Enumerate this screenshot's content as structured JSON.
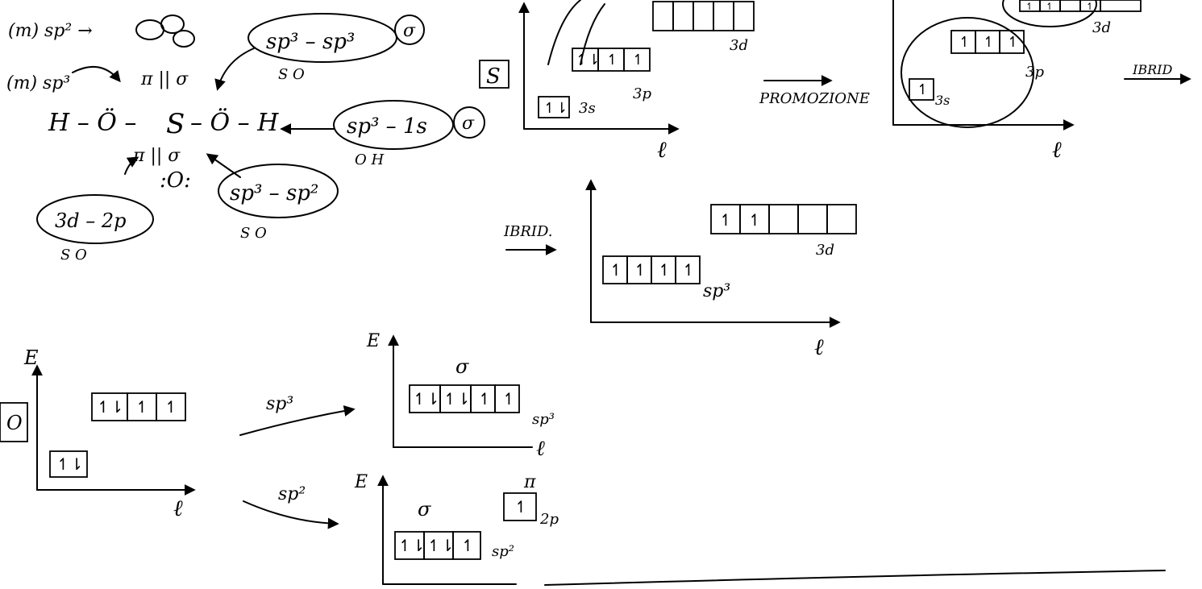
{
  "molecule": {
    "top_left_line1": "(m) sp² →",
    "top_left_line2": "(m) sp³",
    "pi_sigma_upper": "π || σ",
    "formula_left": "H – Ö –",
    "formula_S": "S",
    "formula_right": "– Ö – H",
    "pi_sigma_lower": "π || σ",
    "bottom_O": ":O:"
  },
  "bond_labels": {
    "b1_text": "sp³ – sp³",
    "b1_atoms": "S      O",
    "b1_tag": "σ",
    "b2_text": "sp³ – 1s",
    "b2_atoms": "O      H",
    "b2_tag": "σ",
    "b3_text": "sp³ – sp²",
    "b3_atoms": "S      O",
    "b4_text": "3d – 2p",
    "b4_atoms": "S      O"
  },
  "sulfur_ground": {
    "atom_box": "S",
    "orb_3s": "↿⇂",
    "lab_3s": "3s",
    "orb_3p": [
      "↿⇂",
      "↿",
      "↿"
    ],
    "lab_3p": "3p",
    "lab_3d": "3d",
    "axis_x": "ℓ"
  },
  "promotion": {
    "label": "PROMOZIONE"
  },
  "sulfur_promoted": {
    "orb_3s": "↿",
    "lab_3s": "3s",
    "orb_3p": [
      "↿",
      "↿",
      "↿"
    ],
    "lab_3p": "3p",
    "lab_3d": "3d",
    "orb_3d": [
      "↿",
      "↿",
      "",
      "↿",
      ""
    ],
    "axis_x": "ℓ",
    "ibrid_label": "IBRID"
  },
  "sulfur_hybrid": {
    "ibrid_label": "IBRID.",
    "orb_sp3": [
      "↿",
      "↿",
      "↿",
      "↿"
    ],
    "lab_sp3": "sp³",
    "orb_3d": [
      "↿",
      "↿",
      "",
      "",
      ""
    ],
    "lab_3d": "3d",
    "axis_x": "ℓ"
  },
  "oxygen_ground": {
    "atom_box": "O",
    "axis_y": "E",
    "axis_x": "ℓ",
    "orb_2s": "↿⇂",
    "orb_2p": [
      "↿⇂",
      "↿",
      "↿"
    ]
  },
  "oxygen_sp3": {
    "arrow_label": "sp³",
    "axis_y": "E",
    "axis_x": "ℓ",
    "sigma": "σ",
    "orb": [
      "↿⇂",
      "↿⇂",
      "↿",
      "↿"
    ],
    "lab": "sp³"
  },
  "oxygen_sp2": {
    "arrow_label": "sp²",
    "axis_y": "E",
    "sigma": "σ",
    "pi": "π",
    "orb_sp2": [
      "↿⇂",
      "↿⇂",
      "↿"
    ],
    "lab_sp2": "sp²",
    "orb_2p": "↿",
    "lab_2p": "2p"
  }
}
